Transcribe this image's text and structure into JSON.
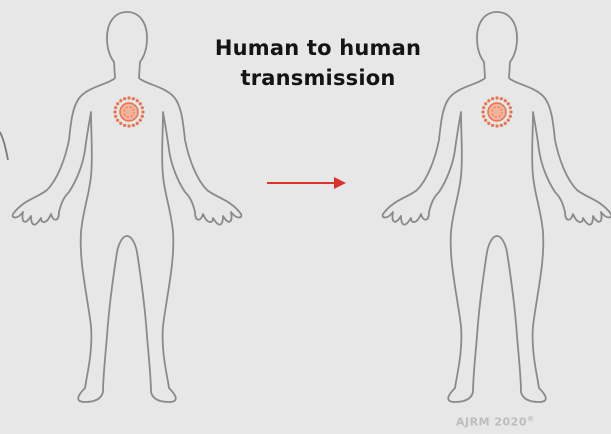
{
  "caption": {
    "line1": "Human to human",
    "line2": "transmission"
  },
  "watermark": {
    "text": "AJRM 2020",
    "mark": "®"
  },
  "colors": {
    "background": "#e7e7e7",
    "outline": "#8f8f8f",
    "arrow": "#d9342b",
    "virus": "#e8734d"
  },
  "icons": {
    "person": "human-body-outline-icon",
    "virus": "coronavirus-icon",
    "arrow": "right-arrow-icon"
  }
}
